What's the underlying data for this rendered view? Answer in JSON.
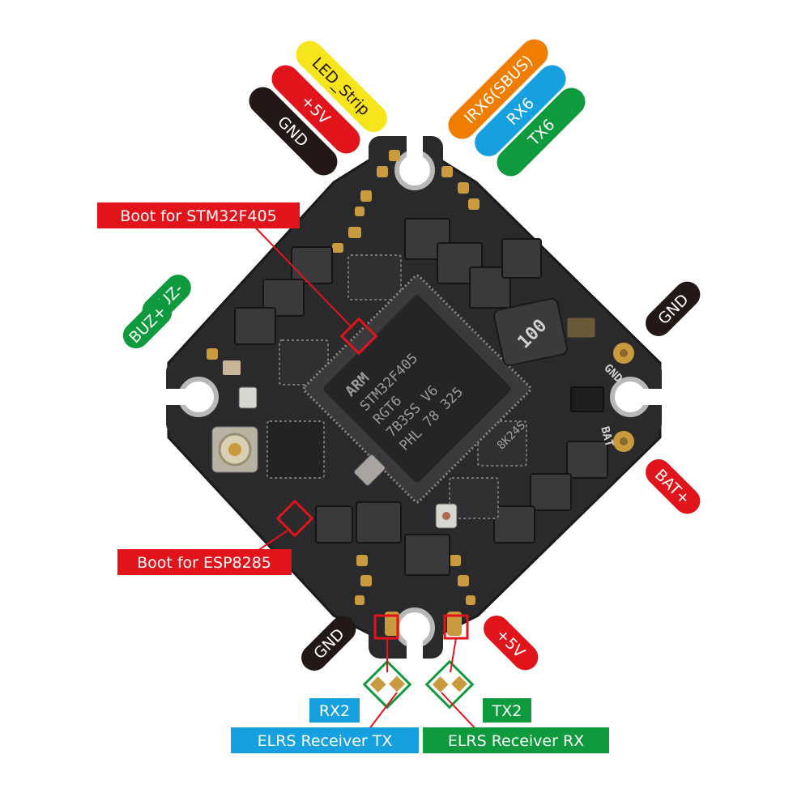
{
  "colors": {
    "yellow": "#f6e51a",
    "red": "#e0141a",
    "black": "#231815",
    "orange": "#ee7d00",
    "blue": "#16a0e0",
    "green": "#0f9a3d",
    "board": "#2a2a2c",
    "gold": "#c99a3e"
  },
  "labels": {
    "led_strip": "LED_Strip",
    "plus5v_top": "+5V",
    "gnd_top": "GND",
    "irx6": "IRX6(SBUS)",
    "rx6": "RX6",
    "tx6": "TX6",
    "boot_stm": "Boot for STM32F405",
    "buz_minus": "BUZ-",
    "buz_plus": "BUZ+",
    "gnd_right": "GND",
    "bat_plus": "BAT+",
    "boot_esp": "Boot for ESP8285",
    "gnd_bottom": "GND",
    "plus5v_bottom": "+5V",
    "rx2": "RX2",
    "tx2": "TX2",
    "elrs_tx": "ELRS Receiver TX",
    "elrs_rx": "ELRS Receiver RX"
  },
  "board": {
    "mcu_brand": "ARM",
    "mcu_lines": [
      "STM32F405",
      "RGT6",
      "7B3SS V6",
      "PHL 78 325"
    ],
    "inductor_value": "100",
    "silk_gnd": "GND",
    "silk_bat": "BAT",
    "ic_code": "8K24S"
  }
}
